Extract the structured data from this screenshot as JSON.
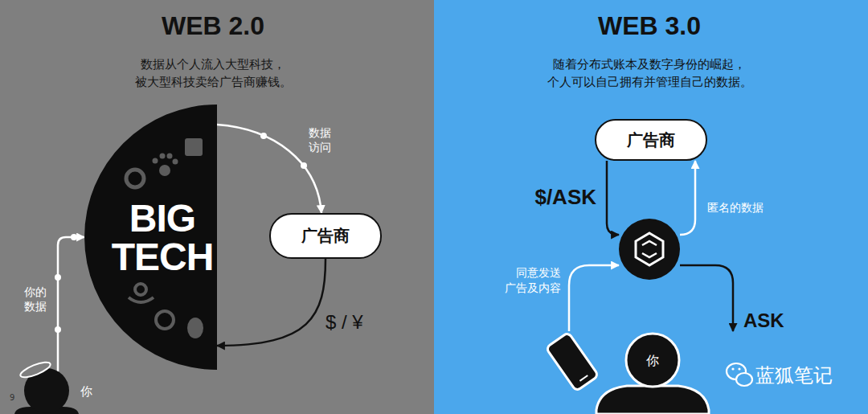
{
  "diagram": {
    "nodes": [
      {
        "text": [
          "WEB 2.0",
          "数据从个人流入大型科技， 被大型科技卖给广告商赚钱。"
        ]
      },
      {
        "text": [
          "BIG TECH"
        ],
        "in": 0
      },
      {
        "text": [
          "广告商"
        ],
        "in": 0
      },
      {
        "text": [
          "你"
        ],
        "in": 0
      },
      {
        "text": [
          "WEB 3.0",
          "随着分布式账本及数字身份的崛起， 个人可以自己拥有并管理自己的数据。"
        ]
      },
      {
        "text": [
          "广告商"
        ],
        "in": 4
      },
      {
        "text": [],
        "in": 4
      },
      {
        "text": [
          "你"
        ],
        "in": 4
      }
    ],
    "edges": [
      {
        "from": 3,
        "to": 1,
        "label": "你的 数据",
        "arrow": "to"
      },
      {
        "from": 1,
        "to": 2,
        "label": "数据 访问",
        "arrow": "to"
      },
      {
        "from": 2,
        "to": 1,
        "label": "$ / ¥",
        "arrow": "to"
      },
      {
        "from": 5,
        "to": 6,
        "label": "$/ASK",
        "arrow": "to"
      },
      {
        "from": 6,
        "to": 5,
        "label": "匿名的数据",
        "arrow": "to"
      },
      {
        "from": 7,
        "to": 6,
        "label": "同意发送 广告及内容",
        "arrow": "to"
      },
      {
        "from": 6,
        "to": 7,
        "label": "ASK",
        "arrow": "to"
      }
    ],
    "labels": [
      "9",
      "蓝狐笔记"
    ]
  }
}
